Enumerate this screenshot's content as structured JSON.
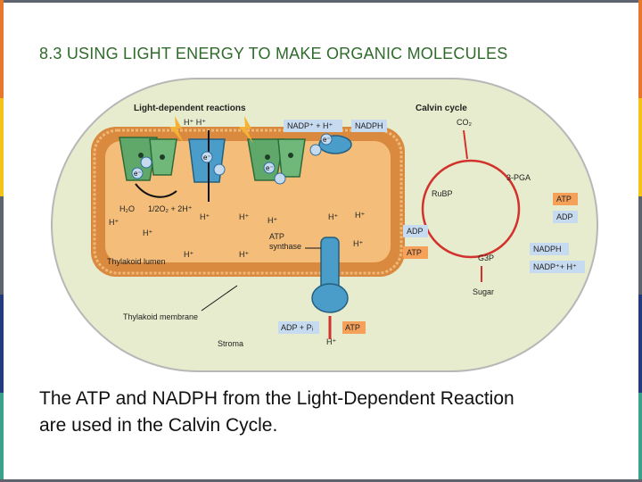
{
  "slide": {
    "title": "8.3 USING LIGHT ENERGY TO MAKE ORGANIC MOLECULES",
    "caption_line1": "The ATP and NADPH from the Light-Dependent Reaction",
    "caption_line2": "are used in the Calvin Cycle."
  },
  "colors": {
    "accent_green": "#2f6b2a",
    "border_orange": "#e8772e",
    "border_yellow": "#f3c318",
    "border_gray": "#5d6470",
    "border_navy": "#243a7c",
    "border_teal": "#3aa28a",
    "stroma": "#e6eccd",
    "lumen": "#f4be7a",
    "membrane": "#d98a3f",
    "protein_green": "#5fa86a",
    "protein_blue": "#4a9cc9",
    "arrow_red": "#d2322d",
    "label_orange": "#f5a15a",
    "label_blue": "#c7dbf0"
  },
  "diagram": {
    "light_dependent_title": "Light-dependent reactions",
    "calvin_title": "Calvin cycle",
    "thylakoid_lumen": "Thylakoid lumen",
    "thylakoid_membrane": "Thylakoid membrane",
    "stroma": "Stroma",
    "atp_synthase": "ATP\nsynthase",
    "h2o": "H₂O",
    "o2_reaction": "1/2O₂ + 2H⁺",
    "h_plus": "H⁺",
    "h_plus_pair": "H⁺  H⁺",
    "electron": "e⁻",
    "nadp_h": "NADP⁺ + H⁺",
    "nadph": "NADPH",
    "co2": "CO₂",
    "pga": "3-PGA",
    "rubp": "RuBP",
    "g3p": "G3P",
    "sugar": "Sugar",
    "atp": "ATP",
    "adp": "ADP",
    "adp_pi": "ADP + Pᵢ",
    "nadph_cycle": "NADPH",
    "nadp_h_cycle": "NADP⁺+ H⁺"
  }
}
